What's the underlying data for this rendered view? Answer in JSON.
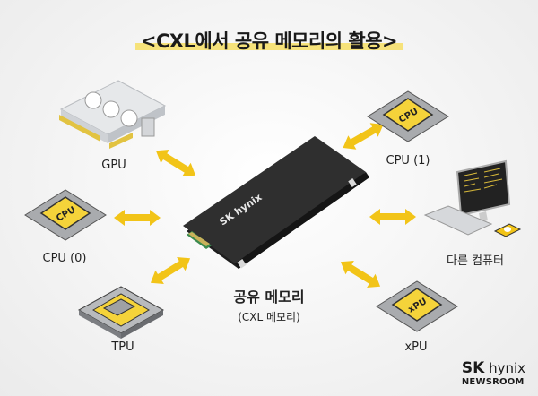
{
  "title": "<CXL에서 공유 메모리의 활용>",
  "center": {
    "label": "공유 메모리",
    "sublabel": "(CXL 메모리)",
    "device_brand": "SK hynix"
  },
  "nodes": [
    {
      "id": "gpu",
      "label": "GPU",
      "icon": "gpu-card-icon"
    },
    {
      "id": "cpu1",
      "label": "CPU (1)",
      "icon": "cpu-chip-icon",
      "chip_text": "CPU"
    },
    {
      "id": "cpu0",
      "label": "CPU (0)",
      "icon": "cpu-chip-icon",
      "chip_text": "CPU"
    },
    {
      "id": "other",
      "label": "다른 컴퓨터",
      "icon": "desktop-computer-icon"
    },
    {
      "id": "tpu",
      "label": "TPU",
      "icon": "tpu-chip-icon"
    },
    {
      "id": "xpu",
      "label": "xPU",
      "icon": "xpu-chip-icon",
      "chip_text": "xPU"
    }
  ],
  "colors": {
    "accent": "#f2c418",
    "chip_yellow": "#f5d33a",
    "title_highlight": "#f6e27a",
    "device_body": "#2b2b2b"
  },
  "logo": {
    "brand_bold": "SK",
    "brand": "hynix",
    "sub": "NEWSROOM"
  }
}
